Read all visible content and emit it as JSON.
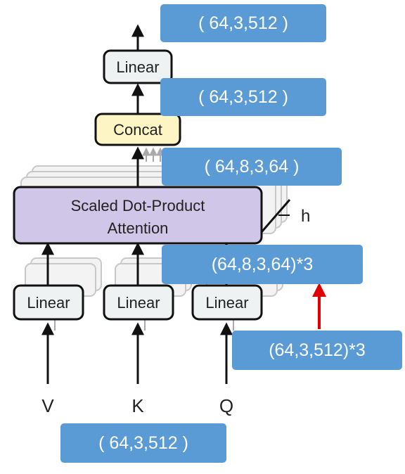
{
  "blocks": {
    "top_linear": "Linear",
    "concat": "Concat",
    "attention_line1": "Scaled Dot-Product",
    "attention_line2": "Attention",
    "head_label": "h",
    "linear_v": "Linear",
    "linear_k": "Linear",
    "linear_q": "Linear"
  },
  "inputs": {
    "v": "V",
    "k": "K",
    "q": "Q"
  },
  "shape_labels": {
    "output": "( 64,3,512 )",
    "concat_out": "( 64,3,512 )",
    "attention_out": "( 64,8,3,64 )",
    "linear_out": "(64,8,3,64)*3",
    "q_in": "(64,3,512)*3",
    "input": "( 64,3,512 )"
  },
  "colors": {
    "callout_bg": "#5b9bd5",
    "callout_text": "#ffffff",
    "concat_fill": "#fdf6c4",
    "attention_fill": "#cfc6e8",
    "linear_fill": "#eef2f2",
    "highlight_arrow": "#e00000"
  }
}
